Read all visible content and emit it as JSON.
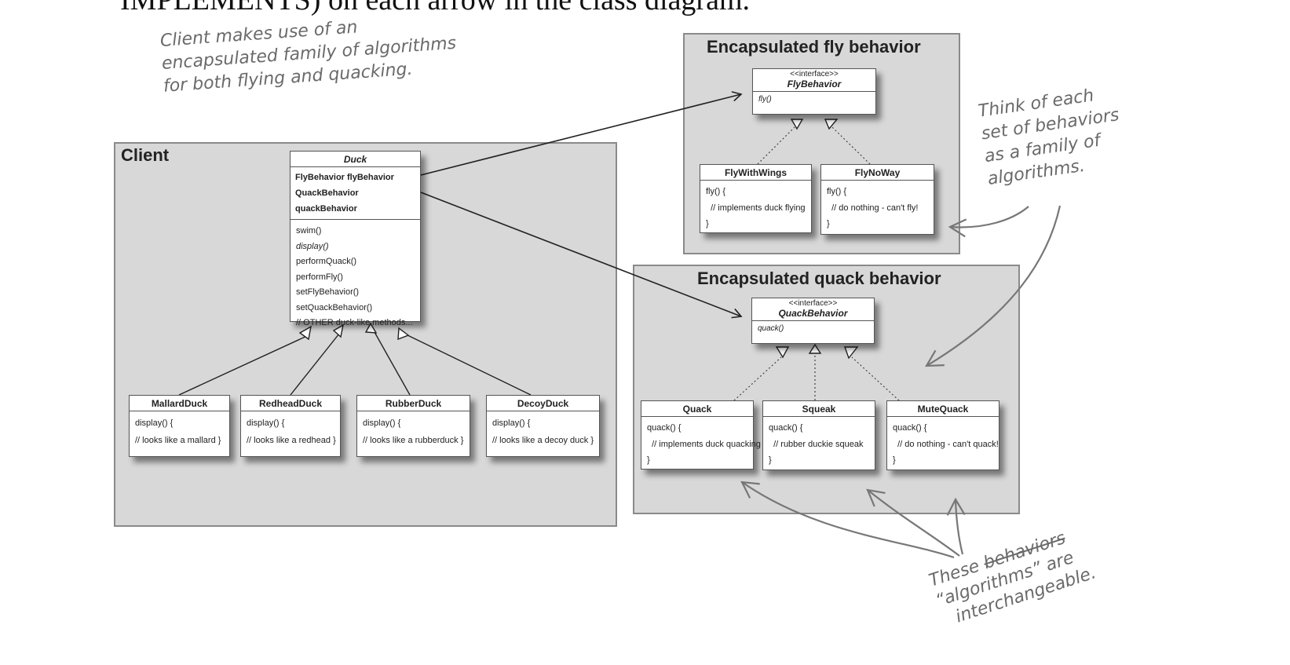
{
  "header_text": "IMPLEMENTS) on each arrow in the class diagram.",
  "notes": {
    "client_note": [
      "Client makes use of an",
      "encapsulated family of algorithms",
      "for both flying and quacking."
    ],
    "family_note": [
      "Think of each",
      "set of behaviors",
      "as a family of",
      "algorithms."
    ],
    "interchange_note": {
      "line1_prefix": "These ",
      "line1_struck": "behaviors",
      "line2": "“algorithms” are",
      "line3": "interchangeable."
    }
  },
  "regions": {
    "client": "Client",
    "fly": "Encapsulated fly behavior",
    "quack": "Encapsulated quack behavior"
  },
  "duck": {
    "name": "Duck",
    "attributes": [
      "FlyBehavior flyBehavior",
      "QuackBehavior quackBehavior"
    ],
    "methods": [
      "swim()",
      "display()",
      "performQuack()",
      "performFly()",
      "setFlyBehavior()",
      "setQuackBehavior()",
      "// OTHER duck-like methods..."
    ]
  },
  "subclasses": [
    {
      "name": "MallardDuck",
      "lines": [
        "display() {",
        "// looks like a mallard }"
      ]
    },
    {
      "name": "RedheadDuck",
      "lines": [
        "display() {",
        "// looks like a redhead }"
      ]
    },
    {
      "name": "RubberDuck",
      "lines": [
        "display() {",
        "// looks like a rubberduck }"
      ]
    },
    {
      "name": "DecoyDuck",
      "lines": [
        "display() {",
        "// looks like a decoy duck }"
      ]
    }
  ],
  "fly_interface": {
    "stereotype": "<<interface>>",
    "name": "FlyBehavior",
    "method": "fly()"
  },
  "fly_impls": [
    {
      "name": "FlyWithWings",
      "lines": [
        "fly() {",
        "  // implements duck flying",
        "}"
      ]
    },
    {
      "name": "FlyNoWay",
      "lines": [
        "fly() {",
        "  // do nothing - can't fly!",
        "}"
      ]
    }
  ],
  "quack_interface": {
    "stereotype": "<<interface>>",
    "name": "QuackBehavior",
    "method": "quack()"
  },
  "quack_impls": [
    {
      "name": "Quack",
      "lines": [
        "quack() {",
        "  // implements duck quacking",
        "}"
      ]
    },
    {
      "name": "Squeak",
      "lines": [
        "quack() {",
        "  // rubber duckie squeak",
        "}"
      ]
    },
    {
      "name": "MuteQuack",
      "lines": [
        "quack() {",
        "  // do nothing - can't quack!",
        "}"
      ]
    }
  ]
}
